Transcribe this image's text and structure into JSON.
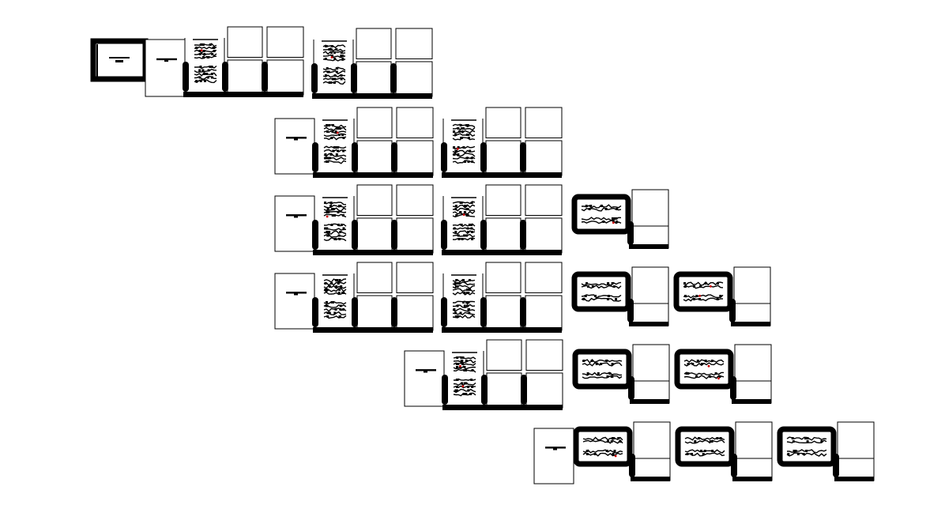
{
  "diagram": {
    "rows": [
      {
        "label": "",
        "sheets": [
          "portrait",
          "portrait"
        ],
        "lead": "framed"
      },
      {
        "label": "",
        "sheets": [
          "portrait",
          "portrait"
        ]
      },
      {
        "label": "",
        "sheets": [
          "portrait",
          "portrait",
          "landscape"
        ]
      },
      {
        "label": "",
        "sheets": [
          "portrait",
          "portrait",
          "landscape",
          "landscape"
        ]
      },
      {
        "label": "",
        "sheets": [
          "portrait",
          "landscape",
          "landscape"
        ]
      },
      {
        "label": "",
        "sheets": [
          "landscape",
          "landscape",
          "landscape"
        ]
      }
    ],
    "colors": {
      "ink": "#000000",
      "paper": "#ffffff",
      "accent": "#cc0000"
    }
  }
}
